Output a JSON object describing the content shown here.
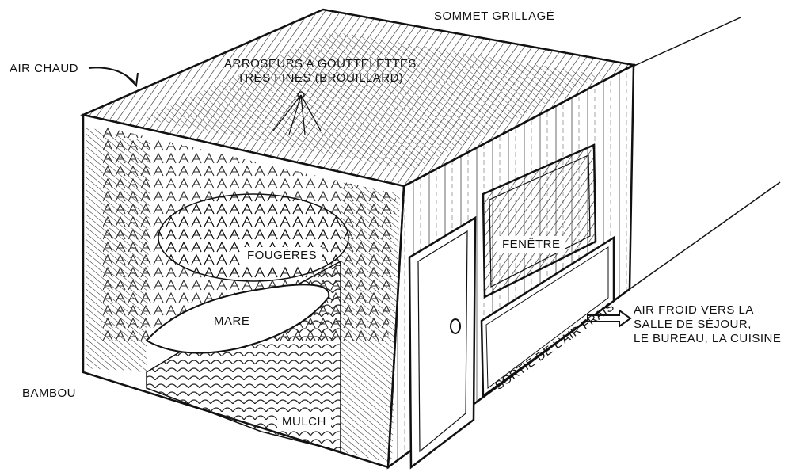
{
  "labels": {
    "sommet": "SOMMET GRILLAGÉ",
    "air_chaud": "AIR CHAUD",
    "arroseurs_1": "ARROSEURS A GOUTTELETTES",
    "arroseurs_2": "TRÈS FINES (BROUILLARD)",
    "fougeres": "FOUGÈRES",
    "fenetre": "FENÊTRE",
    "mare": "MARE",
    "sortie": "SORTIE DE L'AIR FRAIS",
    "air_froid_1": "AIR FROID VERS LA",
    "air_froid_2": "SALLE DE SÉJOUR,",
    "air_froid_3": "LE BUREAU, LA CUISINE",
    "bambou": "BAMBOU",
    "mulch": "MULCH"
  },
  "colors": {
    "ink": "#111111",
    "paper": "#ffffff"
  }
}
